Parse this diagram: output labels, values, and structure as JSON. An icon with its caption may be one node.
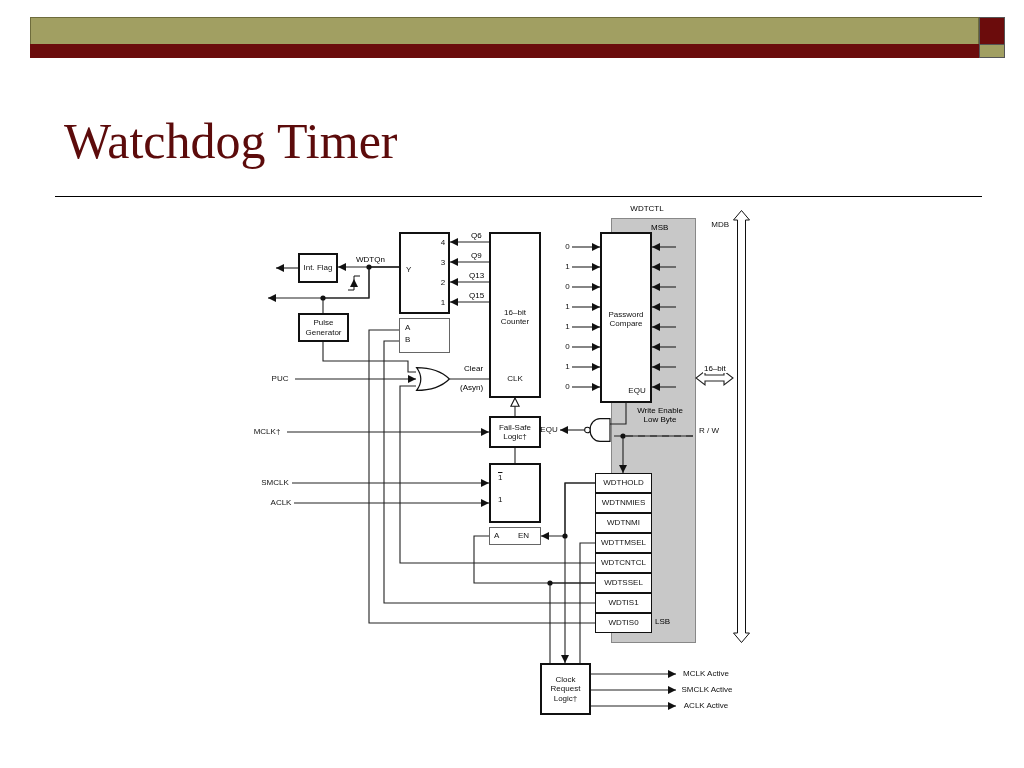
{
  "diagram": {
    "title": "Watchdog Timer",
    "nodes": [
      {
        "text": [
          "Int. Flag"
        ]
      },
      {
        "text": [
          "Pulse Generator"
        ]
      },
      {
        "text": [
          "Y",
          "4",
          "3",
          "2",
          "1"
        ]
      },
      {
        "text": [
          "A",
          "B"
        ]
      },
      {
        "text": [
          "16–bit Counter",
          "CLK"
        ]
      },
      {
        "text": [],
        "shape": "gate"
      },
      {
        "text": [
          "Fail-Safe Logic†"
        ]
      },
      {
        "text": [
          "1",
          "1"
        ]
      },
      {
        "text": [
          "A",
          "EN"
        ]
      },
      {
        "text": [
          "Password Compare",
          "EQU"
        ]
      },
      {
        "text": [],
        "shape": "gate"
      },
      {
        "text": [
          "WDTHOLD"
        ]
      },
      {
        "text": [
          "WDTNMIES"
        ]
      },
      {
        "text": [
          "WDTNMI"
        ]
      },
      {
        "text": [
          "WDTTMSEL"
        ]
      },
      {
        "text": [
          "WDTCNTCL"
        ]
      },
      {
        "text": [
          "WDTSSEL"
        ]
      },
      {
        "text": [
          "WDTIS1"
        ]
      },
      {
        "text": [
          "WDTIS0"
        ]
      },
      {
        "text": [
          "Clock Request Logic†"
        ]
      },
      {
        "text": [
          "MDB"
        ]
      },
      {
        "text": [
          "PUC"
        ]
      },
      {
        "text": [
          "MCLK†"
        ]
      },
      {
        "text": [
          "SMCLK"
        ]
      },
      {
        "text": [
          "ACLK"
        ]
      },
      {
        "text": [
          "MCLK Active"
        ]
      },
      {
        "text": [
          "SMCLK Active"
        ]
      },
      {
        "text": [
          "ACLK Active"
        ]
      },
      {
        "text": [
          "R / W"
        ]
      },
      {
        "text": [
          "EQU"
        ]
      },
      {
        "text": [
          "0"
        ]
      },
      {
        "text": [
          "1"
        ]
      },
      {
        "text": [
          "0"
        ]
      },
      {
        "text": [
          "1"
        ]
      },
      {
        "text": [
          "1"
        ]
      },
      {
        "text": [
          "0"
        ]
      },
      {
        "text": [
          "1"
        ]
      },
      {
        "text": [
          "0"
        ]
      }
    ],
    "edges": [
      {
        "from": 4,
        "to": 2,
        "arrow": "to",
        "label": "Q6"
      },
      {
        "from": 4,
        "to": 2,
        "arrow": "to",
        "label": "Q9"
      },
      {
        "from": 4,
        "to": 2,
        "arrow": "to",
        "label": "Q13"
      },
      {
        "from": 4,
        "to": 2,
        "arrow": "to",
        "label": "Q15"
      },
      {
        "from": 2,
        "to": 0,
        "arrow": "to",
        "label": "WDTQn"
      },
      {
        "from": 0,
        "to": null,
        "arrow": "to"
      },
      {
        "from": 2,
        "to": null,
        "arrow": "to"
      },
      {
        "from": 2,
        "to": 1,
        "arrow": "none"
      },
      {
        "from": 1,
        "to": 5,
        "arrow": "none"
      },
      {
        "from": 21,
        "to": 5,
        "arrow": "to"
      },
      {
        "from": 15,
        "to": 5,
        "arrow": "none"
      },
      {
        "from": 5,
        "to": 4,
        "arrow": "none",
        "label": "Clear"
      },
      {
        "from": 18,
        "to": 3,
        "arrow": "none"
      },
      {
        "from": 17,
        "to": 3,
        "arrow": "none"
      },
      {
        "from": 22,
        "to": 6,
        "arrow": "to"
      },
      {
        "from": 6,
        "to": 4,
        "arrow": "to"
      },
      {
        "from": 7,
        "to": 6,
        "arrow": "none"
      },
      {
        "from": 23,
        "to": 7,
        "arrow": "to"
      },
      {
        "from": 24,
        "to": 7,
        "arrow": "to"
      },
      {
        "from": 16,
        "to": 8,
        "arrow": "none"
      },
      {
        "from": 11,
        "to": 8,
        "arrow": "to"
      },
      {
        "from": 11,
        "to": 19,
        "arrow": "to"
      },
      {
        "from": 16,
        "to": 19,
        "arrow": "none"
      },
      {
        "from": 14,
        "to": 19,
        "arrow": "none"
      },
      {
        "from": 19,
        "to": 25,
        "arrow": "to"
      },
      {
        "from": 19,
        "to": 26,
        "arrow": "to"
      },
      {
        "from": 19,
        "to": 27,
        "arrow": "to"
      },
      {
        "from": 9,
        "to": 10,
        "arrow": "none"
      },
      {
        "from": 28,
        "to": 10,
        "arrow": "none",
        "style": "dashed"
      },
      {
        "from": 28,
        "to": 11,
        "arrow": "to"
      },
      {
        "from": 10,
        "to": 29,
        "arrow": "to"
      },
      {
        "from": null,
        "to": 20,
        "arrow": "both",
        "label": "16–bit"
      },
      {
        "from": 30,
        "to": 9,
        "arrow": "to"
      },
      {
        "from": 31,
        "to": 9,
        "arrow": "to"
      },
      {
        "from": 32,
        "to": 9,
        "arrow": "to"
      },
      {
        "from": 33,
        "to": 9,
        "arrow": "to"
      },
      {
        "from": 34,
        "to": 9,
        "arrow": "to"
      },
      {
        "from": 35,
        "to": 9,
        "arrow": "to"
      },
      {
        "from": 36,
        "to": 9,
        "arrow": "to"
      },
      {
        "from": 37,
        "to": 9,
        "arrow": "to"
      },
      {
        "from": null,
        "to": 9,
        "arrow": "to"
      },
      {
        "from": null,
        "to": 9,
        "arrow": "to"
      },
      {
        "from": null,
        "to": 9,
        "arrow": "to"
      },
      {
        "from": null,
        "to": 9,
        "arrow": "to"
      },
      {
        "from": null,
        "to": 9,
        "arrow": "to"
      },
      {
        "from": null,
        "to": 9,
        "arrow": "to"
      },
      {
        "from": null,
        "to": 9,
        "arrow": "to"
      },
      {
        "from": null,
        "to": 9,
        "arrow": "to"
      }
    ],
    "labels": [
      "WDTCTL",
      "MSB",
      "(Asyn)",
      "Write Enable Low Byte",
      "LSB"
    ]
  }
}
